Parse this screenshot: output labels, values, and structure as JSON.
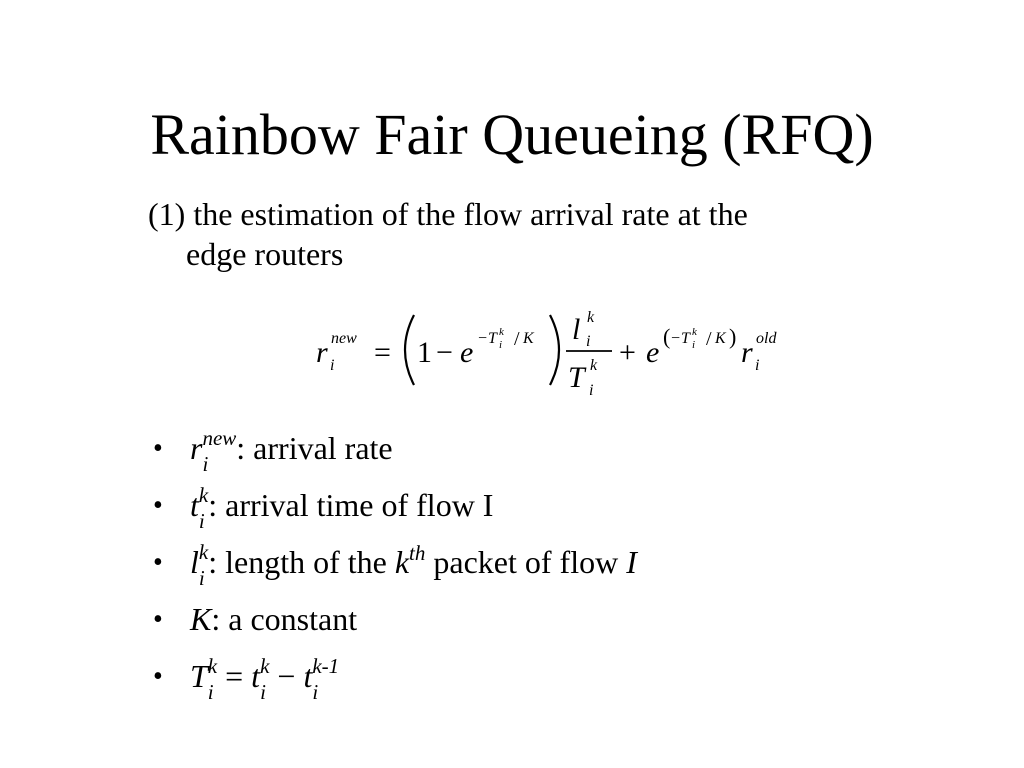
{
  "slide": {
    "title": "Rainbow Fair Queueing (RFQ)",
    "subtitle_line1": "(1) the estimation of the flow arrival rate at the",
    "subtitle_line2": "edge routers"
  },
  "formula": {
    "r": "r",
    "i": "i",
    "new": "new",
    "old": "old",
    "eq": "=",
    "one": "1",
    "minus": "−",
    "e": "e",
    "neg": "−",
    "T": "T",
    "k": "k",
    "slash": "/",
    "K": "K",
    "l": "l",
    "plus": "+"
  },
  "bullets": [
    {
      "var": "r",
      "sub": "i",
      "sup": "new",
      "text": ": arrival rate"
    },
    {
      "var": "t",
      "sub": "i",
      "sup": "k",
      "text": ": arrival time of flow I"
    },
    {
      "var": "l",
      "sub": "i",
      "sup": "k",
      "text_a": ": length of the ",
      "kth_base": "k",
      "kth_sup": "th",
      "text_b": " packet of flow ",
      "flow_var": "I"
    },
    {
      "var": "K",
      "text": ": a constant"
    },
    {
      "var": "T",
      "sub": "i",
      "sup": "k",
      "eq": " = ",
      "t1": "t",
      "t1_sub": "i",
      "t1_sup": "k",
      "minus": " − ",
      "t2": "t",
      "t2_sub": "i",
      "t2_sup": "k-1"
    }
  ],
  "bullet_glyph": "•"
}
